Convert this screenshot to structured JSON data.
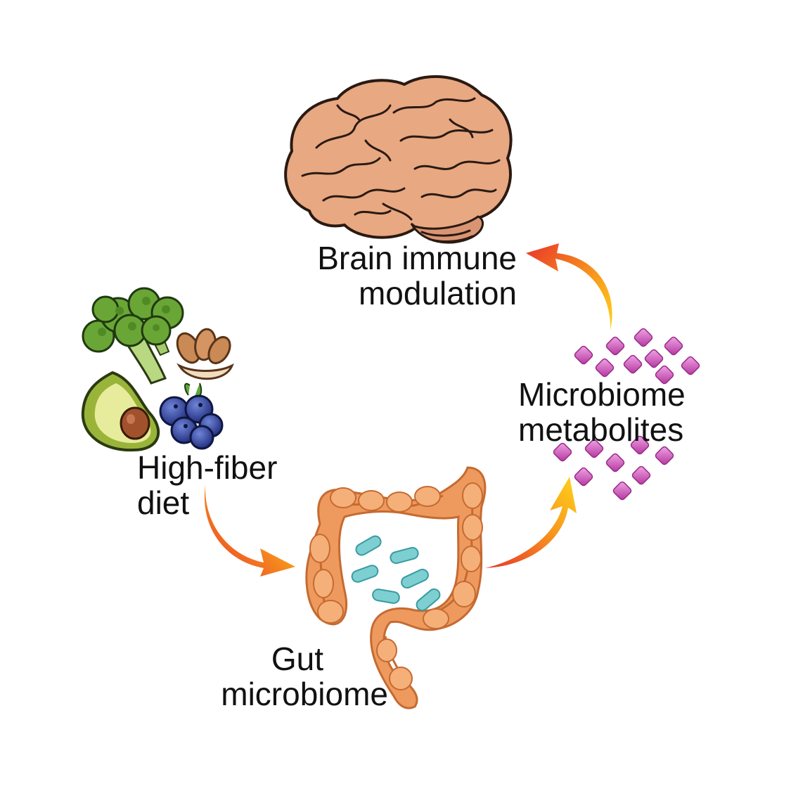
{
  "nodes": {
    "brain": {
      "line1": "Brain immune",
      "line2": "modulation",
      "icon": "brain-icon"
    },
    "metabolites": {
      "line1": "Microbiome",
      "line2": "metabolites",
      "icon": "metabolite-molecules-icon"
    },
    "gut": {
      "line1": "Gut",
      "line2": "microbiome",
      "icon": "intestine-icon"
    },
    "diet": {
      "line1": "High-fiber",
      "line2": "diet",
      "icon": "healthy-food-icon"
    }
  },
  "colors": {
    "brain_fill": "#e8a882",
    "brain_stroke": "#2a1a12",
    "intestine_fill": "#ee9a5e",
    "bacteria_fill": "#7dcfd2",
    "molecule_fill": "#c950b8",
    "arrow_start": "#e8332a",
    "arrow_end": "#ffd31a",
    "broccoli": "#6aa636",
    "avocado_skin": "#9ab43a",
    "avocado_pit": "#a0522d",
    "blueberry": "#2c3f9e",
    "almond": "#c98a55"
  }
}
